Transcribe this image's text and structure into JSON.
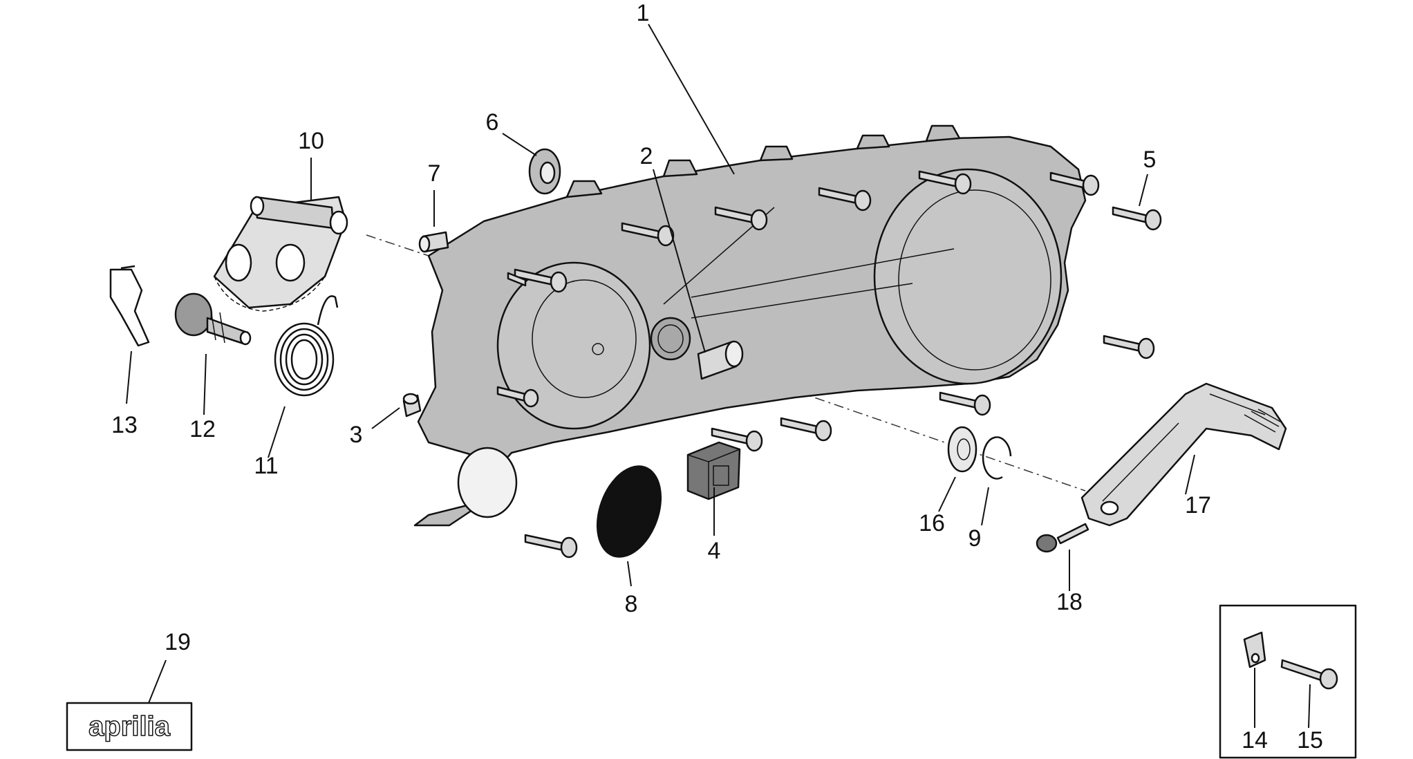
{
  "callouts": [
    {
      "id": "1",
      "text": "1"
    },
    {
      "id": "2",
      "text": "2"
    },
    {
      "id": "3",
      "text": "3"
    },
    {
      "id": "4",
      "text": "4"
    },
    {
      "id": "5",
      "text": "5"
    },
    {
      "id": "6",
      "text": "6"
    },
    {
      "id": "7",
      "text": "7"
    },
    {
      "id": "8",
      "text": "8"
    },
    {
      "id": "9",
      "text": "9"
    },
    {
      "id": "10",
      "text": "10"
    },
    {
      "id": "11",
      "text": "11"
    },
    {
      "id": "12",
      "text": "12"
    },
    {
      "id": "13",
      "text": "13"
    },
    {
      "id": "14",
      "text": "14"
    },
    {
      "id": "15",
      "text": "15"
    },
    {
      "id": "16",
      "text": "16"
    },
    {
      "id": "17",
      "text": "17"
    },
    {
      "id": "18",
      "text": "18"
    },
    {
      "id": "19",
      "text": "19"
    }
  ],
  "logo": {
    "text": "aprilia"
  },
  "colors": {
    "part_fill": "#bdbdbd",
    "part_light": "#d9d9d9",
    "line": "#111111",
    "background": "#ffffff"
  }
}
